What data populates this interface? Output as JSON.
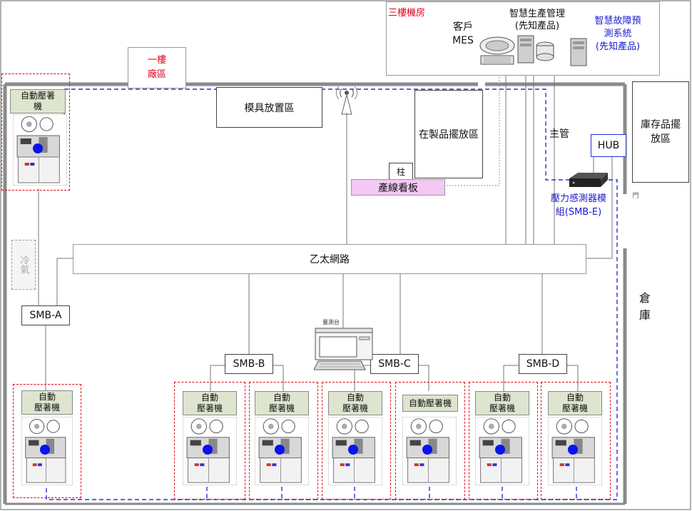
{
  "floor_room": {
    "title": "三樓機房",
    "mes_label": "客戶\nMES",
    "smart_production_label": "智慧生產管理\n(先知產品)",
    "fault_prediction_label": "智慧故障預\n測系統\n(先知產品)"
  },
  "factory_area_label": "一樓\n廠區",
  "mold_area_label": "模具放置區",
  "wip_area_label": "在製品擺放區",
  "pillar_label": "柱",
  "line_board_label": "產線看板",
  "main_pipe_label": "主管",
  "hub_label": "HUB",
  "pressure_module_label": "壓力感測器模\n組(SMB-E)",
  "inventory_area_label": "庫存品擺\n放區",
  "door_label": "門",
  "warehouse_label": "倉\n庫",
  "ethernet_label": "乙太網路",
  "cooling_label": "冷氣",
  "workstation_label": "量測台",
  "smb_labels": {
    "a": "SMB-A",
    "b": "SMB-B",
    "c": "SMB-C",
    "d": "SMB-D"
  },
  "machines": [
    {
      "label": "自動壓著\n機"
    },
    {
      "label": "自動\n壓著機"
    },
    {
      "label": "自動\n壓著機"
    },
    {
      "label": "自動\n壓著機"
    },
    {
      "label": "自動\n壓著機"
    },
    {
      "label": "自動壓著機"
    },
    {
      "label": "自動\n壓著機"
    },
    {
      "label": "自動\n壓著機"
    }
  ],
  "colors": {
    "red_text": "#e0001a",
    "blue_text": "#1a1acc",
    "magenta_box": "#f4c8f4",
    "wall": "#8a8a8a",
    "dashed_blue": "#2233dd"
  }
}
